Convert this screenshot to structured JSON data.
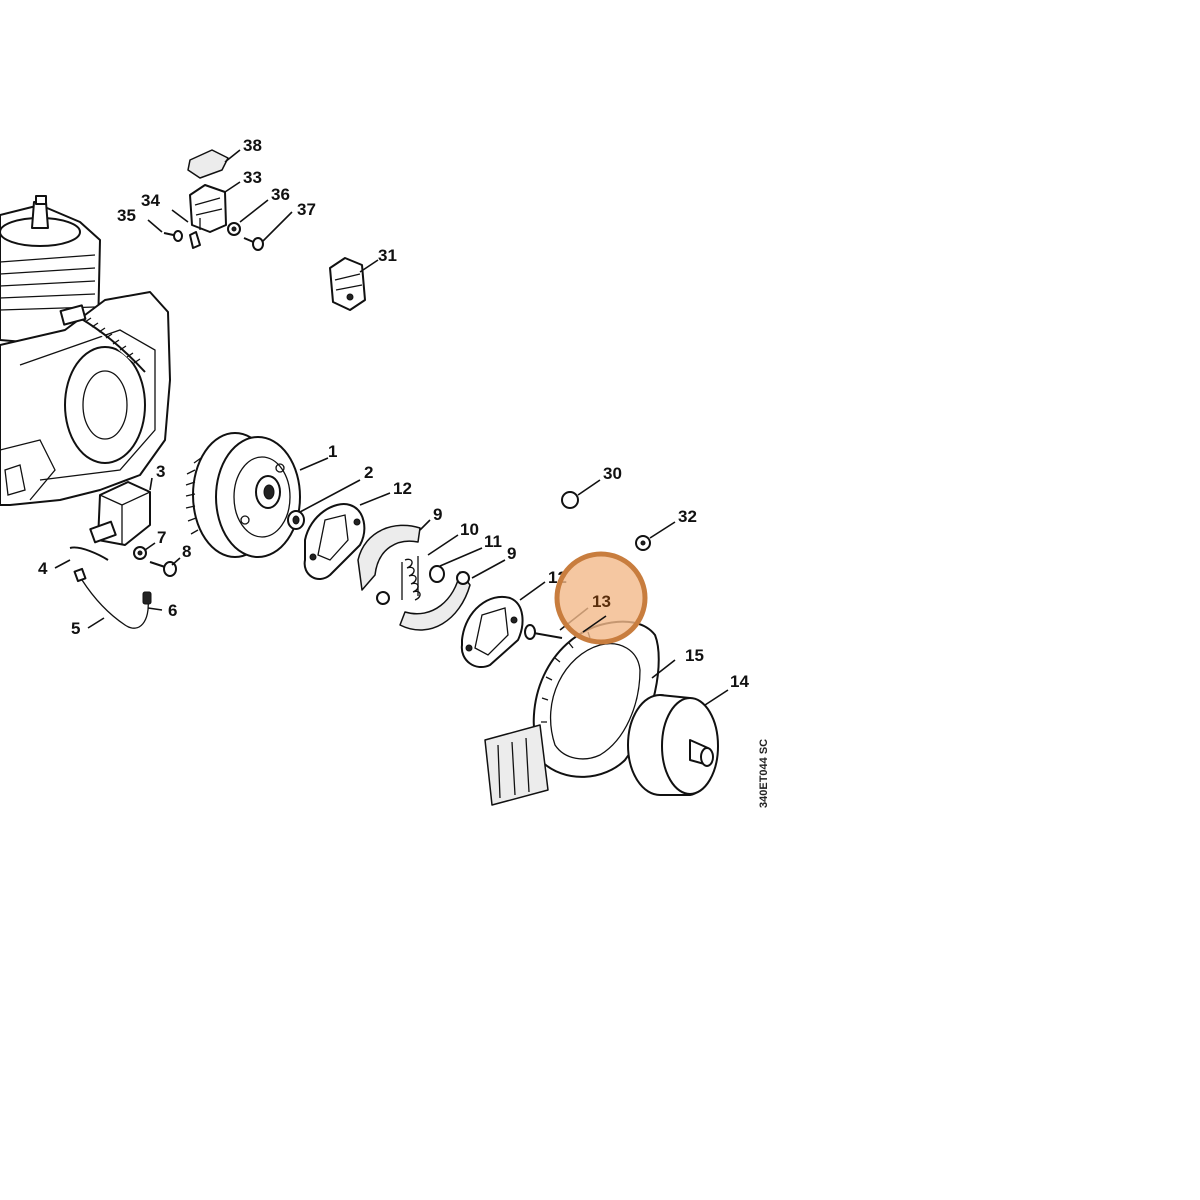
{
  "diagram": {
    "drawing_code": "340ET044 SC",
    "highlight": {
      "label": "13",
      "fill": "#f2b98a",
      "stroke": "#c87d3e"
    },
    "labels": {
      "p1": "1",
      "p2": "2",
      "p3": "3",
      "p4": "4",
      "p5": "5",
      "p6": "6",
      "p7": "7",
      "p8": "8",
      "p9a": "9",
      "p9b": "9",
      "p10": "10",
      "p11": "11",
      "p12a": "12",
      "p12b": "12",
      "p14": "14",
      "p15": "15",
      "p30": "30",
      "p31": "31",
      "p32": "32",
      "p33": "33",
      "p34": "34",
      "p35": "35",
      "p36": "36",
      "p37": "37",
      "p38": "38"
    }
  }
}
